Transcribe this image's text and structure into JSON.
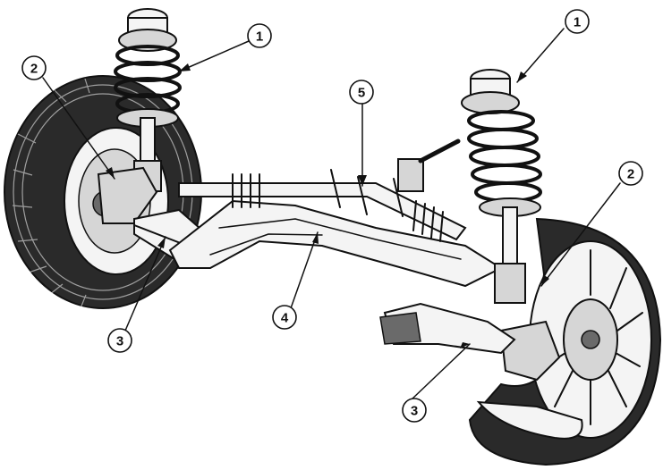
{
  "figure": {
    "callouts": [
      {
        "id": "left-strut",
        "label": "1"
      },
      {
        "id": "right-strut",
        "label": "1"
      },
      {
        "id": "left-knuckle",
        "label": "2"
      },
      {
        "id": "right-knuckle",
        "label": "2"
      },
      {
        "id": "left-lower-arm",
        "label": "3"
      },
      {
        "id": "right-lower-arm",
        "label": "3"
      },
      {
        "id": "crossmember",
        "label": "4"
      },
      {
        "id": "steering-rack",
        "label": "5"
      }
    ],
    "colors": {
      "ink": "#111111",
      "paper": "#ffffff",
      "tire": "#2a2a2a"
    }
  }
}
